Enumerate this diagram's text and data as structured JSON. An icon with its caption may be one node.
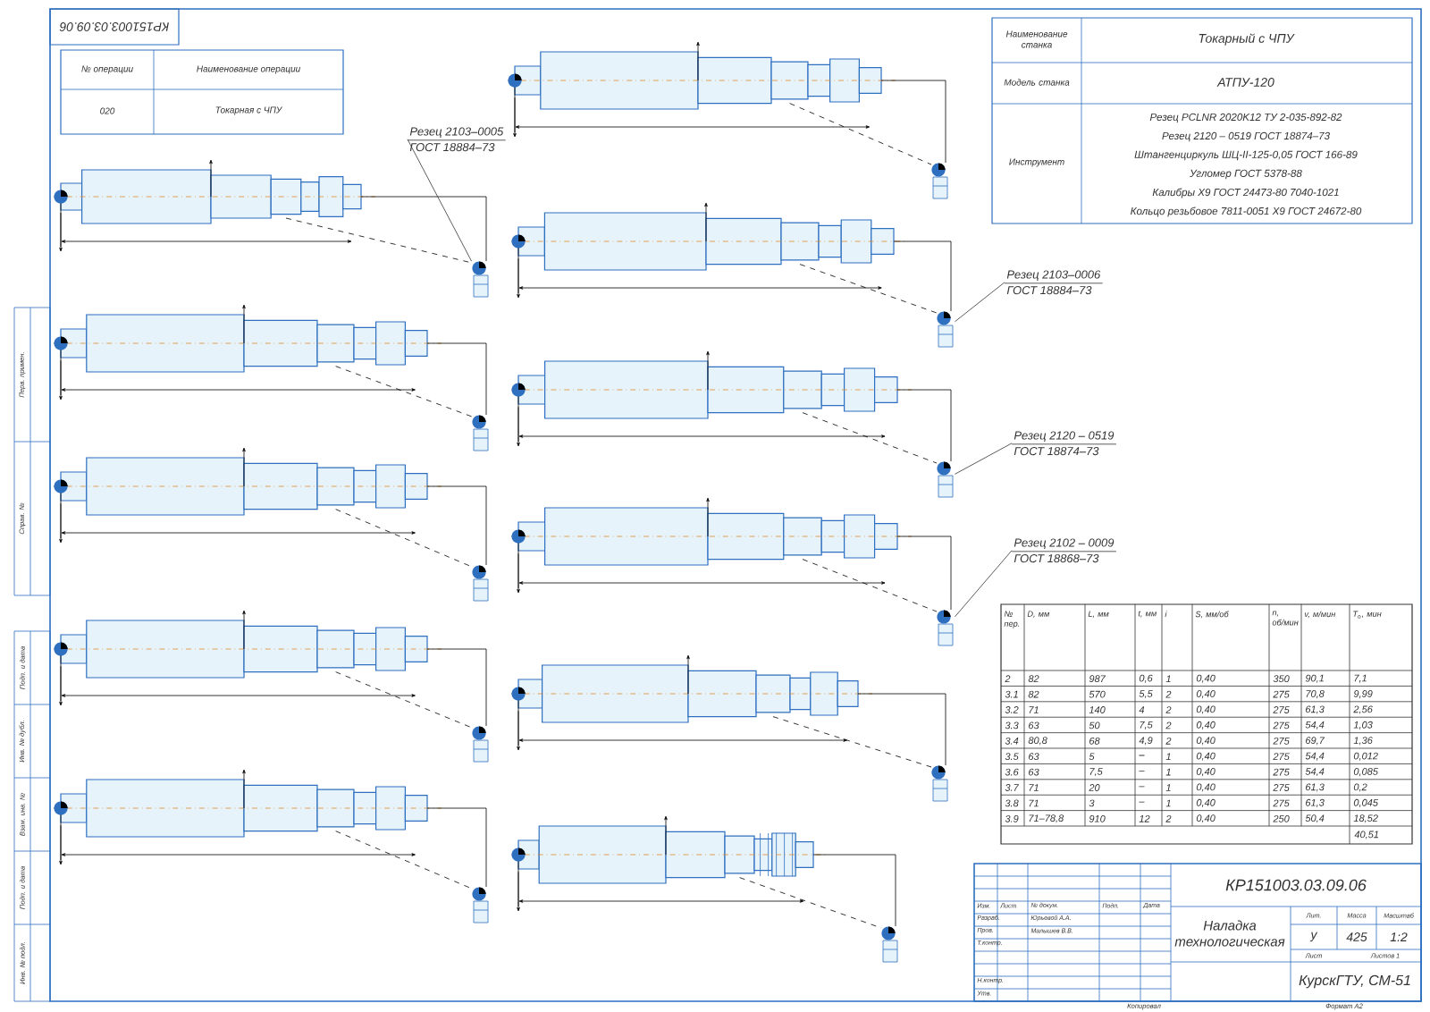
{
  "diagram": {
    "nodes": [
      {
        "text": [
          "Резец 2103–0005",
          "ГОСТ 18884–73"
        ]
      },
      {
        "text": [],
        "shape": "picture"
      },
      {
        "text": [
          "Резец 2103–0006",
          "ГОСТ 18884–73"
        ]
      },
      {
        "text": [],
        "shape": "picture"
      },
      {
        "text": [
          "Резец 2120 – 0519",
          "ГОСТ 18874–73"
        ]
      },
      {
        "text": [],
        "shape": "picture"
      },
      {
        "text": [
          "Резец 2102 – 0009",
          "ГОСТ 18868–73"
        ]
      },
      {
        "text": [],
        "shape": "picture"
      }
    ],
    "edges": [
      {
        "from": 0,
        "to": 1,
        "arrow": "none"
      },
      {
        "from": 2,
        "to": 3,
        "arrow": "none"
      },
      {
        "from": 4,
        "to": 5,
        "arrow": "none"
      },
      {
        "from": 6,
        "to": 7,
        "arrow": "none"
      }
    ],
    "labels": [
      "КР151003.03.09.06",
      "№ операции",
      "Наименование операции",
      "020",
      "Токарная с ЧПУ",
      "Наименование станка",
      "Токарный с ЧПУ",
      "Модель станка",
      "АТПУ-120",
      "Инструмент",
      "Резец PCLNR 2020K12 ТУ 2-035-892-82",
      "Резец 2120 – 0519 ГОСТ 18874–73",
      "Штангенциркуль ШЦ-II-125-0,05 ГОСТ 166-89",
      "Угломер ГОСТ 5378-88",
      "Калибры Х9 ГОСТ 24473-80 7040-1021",
      "Кольцо резьбовое 7811-0051 Х9 ГОСТ 24672-80",
      "№ пер.",
      "D, мм",
      "L, мм",
      "t, мм",
      "i",
      "S, мм/об",
      "n, об/мин",
      "v, м/мин",
      "T$_{о}$, мин",
      "2",
      "82",
      "987",
      "0,6",
      "1",
      "0,40",
      "350",
      "90,1",
      "7,1",
      "3.1",
      "82",
      "570",
      "5,5",
      "2",
      "0,40",
      "275",
      "70,8",
      "9,99",
      "3.2",
      "71",
      "140",
      "4",
      "2",
      "0,40",
      "275",
      "61,3",
      "2,56",
      "3.3",
      "63",
      "50",
      "7,5",
      "2",
      "0,40",
      "275",
      "54,4",
      "1,03",
      "3.4",
      "80,8",
      "68",
      "4,9",
      "2",
      "0,40",
      "275",
      "69,7",
      "1,36",
      "3.5",
      "63",
      "5",
      "–",
      "1",
      "0,40",
      "275",
      "54,4",
      "0,012",
      "3.6",
      "63",
      "7,5",
      "–",
      "1",
      "0,40",
      "275",
      "54,4",
      "0,085",
      "3.7",
      "71",
      "20",
      "–",
      "1",
      "0,40",
      "275",
      "61,3",
      "0,2",
      "3.8",
      "71",
      "3",
      "–",
      "1",
      "0,40",
      "275",
      "61,3",
      "0,045",
      "3.9",
      "71–78,8",
      "910",
      "12",
      "2",
      "0,40",
      "250",
      "50,4",
      "18,52",
      "40,51",
      "КР151003.03.09.06",
      "Изм.",
      "Лист",
      "№ докум.",
      "Подп.",
      "Дата",
      "Разраб.",
      "Юрьевой А.А.",
      "Пров.",
      "Малышев В.В.",
      "Т.контр.",
      "Н.контр.",
      "Утв.",
      "Наладка технологическая",
      "Лит.",
      "Масса",
      "Масштаб",
      "у",
      "425",
      "1:2",
      "Лист",
      "Листов 1",
      "КурскГТУ, СМ-51",
      "Копировал",
      "Формат A2",
      "Перв. примен.",
      "Справ. №",
      "Подп. и дата",
      "Инв. № дубл.",
      "Взам. инв. №",
      "Подп. и дата",
      "Инв. № подл."
    ]
  }
}
